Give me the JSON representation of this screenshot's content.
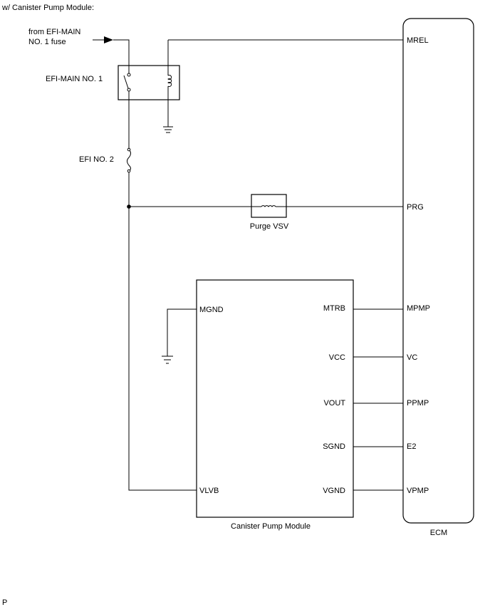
{
  "header": {
    "title": "w/ Canister Pump Module:"
  },
  "footer": {
    "code": "P"
  },
  "relay": {
    "source_line1": "from EFI-MAIN",
    "source_line2": "NO. 1 fuse",
    "name": "EFI-MAIN NO. 1"
  },
  "fuse": {
    "name": "EFI NO. 2"
  },
  "vsv": {
    "name": "Purge VSV"
  },
  "pump_module": {
    "name": "Canister Pump Module",
    "pins_left": [
      "MGND",
      "VLVB"
    ],
    "pins_right": [
      "MTRB",
      "VCC",
      "VOUT",
      "SGND",
      "VGND"
    ]
  },
  "ecm": {
    "name": "ECM",
    "pins": [
      "MREL",
      "PRG",
      "MPMP",
      "VC",
      "PPMP",
      "E2",
      "VPMP"
    ]
  },
  "colors": {
    "line": "#000000",
    "background": "#ffffff"
  }
}
